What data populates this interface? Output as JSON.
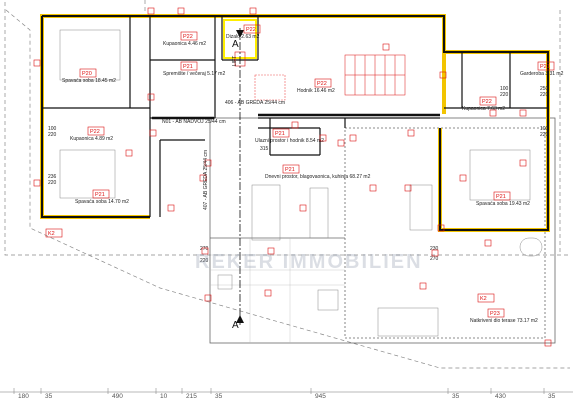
{
  "rooms": [
    {
      "id": "spavaca1",
      "name": "Spavaća soba 18.45 m2",
      "tag": "P20"
    },
    {
      "id": "kupaonica1",
      "name": "Kupaonica 4.46 m2",
      "tag": "P22"
    },
    {
      "id": "dizalo",
      "name": "Dizalo 2.63 m2",
      "tag": "P22"
    },
    {
      "id": "spremiste",
      "name": "Spremište / večeraj 5.17 m2",
      "tag": "P21"
    },
    {
      "id": "hodnik",
      "name": "Hodnik 16.46 m2",
      "tag": "P22"
    },
    {
      "id": "kupaonica2",
      "name": "Kupaonica 4.89 m2",
      "tag": "P22"
    },
    {
      "id": "ulazni",
      "name": "Ulazni prostor i hodnik 8.54 m2",
      "tag": "P21"
    },
    {
      "id": "dnevni",
      "name": "Dnevni prostor, blagovaonica, kuhinja 68.27 m2",
      "tag": "P21"
    },
    {
      "id": "spavaca2",
      "name": "Spavaća soba 14.70 m2",
      "tag": "P21"
    },
    {
      "id": "garderoba",
      "name": "Garderoba 3.31 m2",
      "tag": "P21"
    },
    {
      "id": "kupaonica3",
      "name": "Kupaonica 7.63 m2",
      "tag": "P22"
    },
    {
      "id": "spavaca3",
      "name": "Spavaća soba 19.43 m2",
      "tag": "P21"
    },
    {
      "id": "terasa",
      "name": "Natkriveni dio terase 73.17 m2",
      "tag": "P23"
    }
  ],
  "beams": {
    "ab_nadvoj": "N01 - AB NADVOJ 25/44 cm",
    "ab_greda1": "406 - AB GREDA 25/44 cm",
    "ab_greda2": "407 - AB GREDA 25/44 cm"
  },
  "section_labels": [
    "A",
    "A"
  ],
  "zone_tags": [
    "K2",
    "K2"
  ],
  "dimensions": [
    "180",
    "35",
    "490",
    "10",
    "215",
    "35",
    "945",
    "35",
    "430",
    "35"
  ],
  "small_dims": [
    "100",
    "220",
    "236",
    "220",
    "250",
    "220",
    "100",
    "220",
    "100",
    "220",
    "230",
    "270",
    "220",
    "270"
  ],
  "watermark": "REKER IMMOBILIEN",
  "small_labels": {
    "elevator_arrow": "LIFT",
    "frame_note": "315"
  },
  "colors": {
    "red": "#dd1111",
    "wall": "#111111",
    "insulation": "#f2c400",
    "elevator": "#ffee00"
  }
}
